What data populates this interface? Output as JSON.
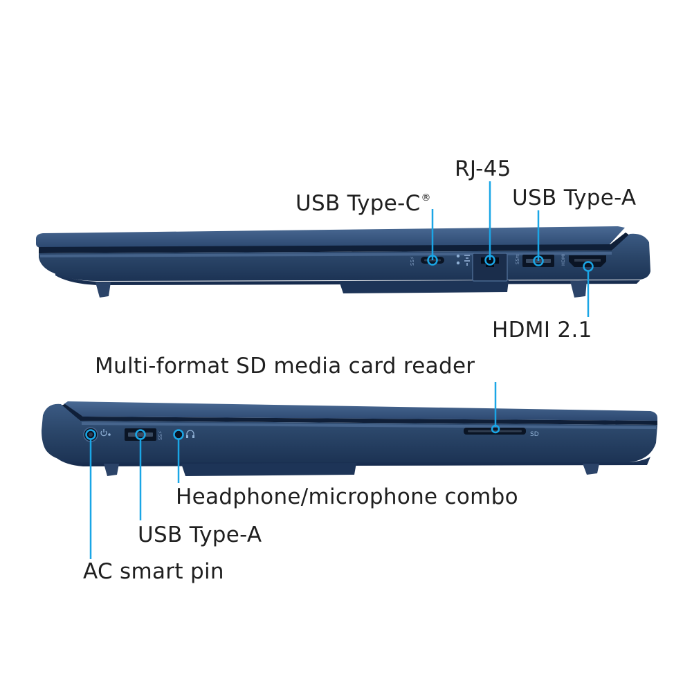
{
  "colors": {
    "callout": "#1aa6e6",
    "chassis_dark": "#1a2e4d",
    "chassis_mid": "#2a4468",
    "chassis_light": "#3e5b82",
    "label_text": "#1f1f1f"
  },
  "right_side_view": {
    "labels": {
      "usb_c": {
        "text": "USB Type-C",
        "mark": "®"
      },
      "rj45": "RJ-45",
      "usb_a": "USB Type-A",
      "hdmi": "HDMI 2.1"
    },
    "ports": [
      {
        "name": "usb-type-c-port",
        "icon": "usb-c-icon"
      },
      {
        "name": "rj45-port",
        "icon": "ethernet-icon"
      },
      {
        "name": "usb-type-a-port",
        "icon": "usb-superspeed-icon"
      },
      {
        "name": "hdmi-port",
        "icon": "hdmi-icon"
      }
    ]
  },
  "left_side_view": {
    "labels": {
      "sd_reader": "Multi-format SD media card reader",
      "sd_marking": "SD",
      "headphone": "Headphone/microphone combo",
      "usb_a": "USB Type-A",
      "ac_pin": "AC smart pin"
    },
    "ports": [
      {
        "name": "ac-smart-pin-port",
        "icon": "power-icon"
      },
      {
        "name": "usb-type-a-port",
        "icon": "usb-superspeed-icon"
      },
      {
        "name": "headphone-jack",
        "icon": "headset-icon"
      },
      {
        "name": "sd-card-slot",
        "icon": "sd-card-icon"
      }
    ]
  }
}
